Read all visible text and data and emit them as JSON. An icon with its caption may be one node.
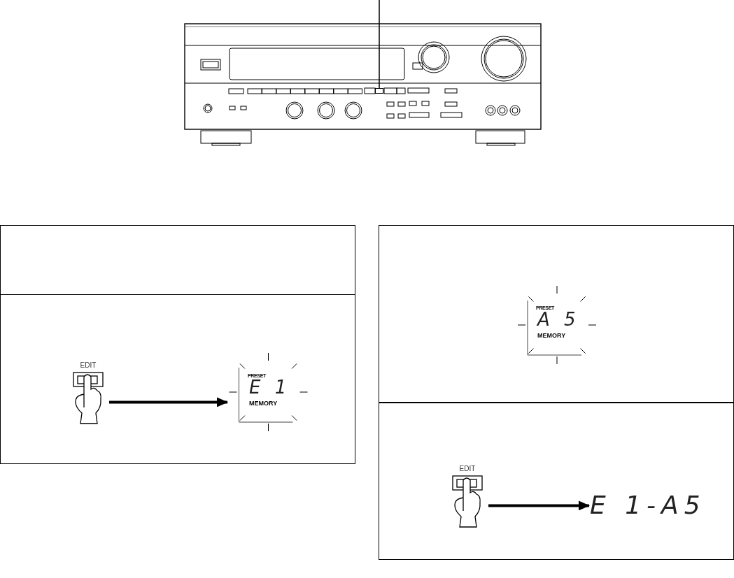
{
  "diagram": {
    "nodes": [
      {
        "text": [],
        "shape": "box"
      },
      {
        "text": [],
        "shape": "box"
      },
      {
        "text": [],
        "shape": "box"
      },
      {
        "text": [
          "EDIT"
        ],
        "in": 2
      },
      {
        "text": [
          "PRESET",
          "E 1",
          "MEMORY"
        ],
        "in": 2
      },
      {
        "text": [],
        "shape": "box"
      },
      {
        "text": [
          "PRESET",
          "A 5",
          "MEMORY"
        ],
        "in": 5
      },
      {
        "text": [],
        "shape": "box"
      },
      {
        "text": [
          "EDIT"
        ],
        "in": 7
      },
      {
        "text": [
          "E 1-A5"
        ],
        "in": 7
      }
    ],
    "edges": [
      {
        "from": null,
        "to": 0,
        "arrow": "none"
      },
      {
        "from": 3,
        "to": 4,
        "arrow": "to"
      },
      {
        "from": 8,
        "to": 9,
        "arrow": "to"
      }
    ]
  }
}
